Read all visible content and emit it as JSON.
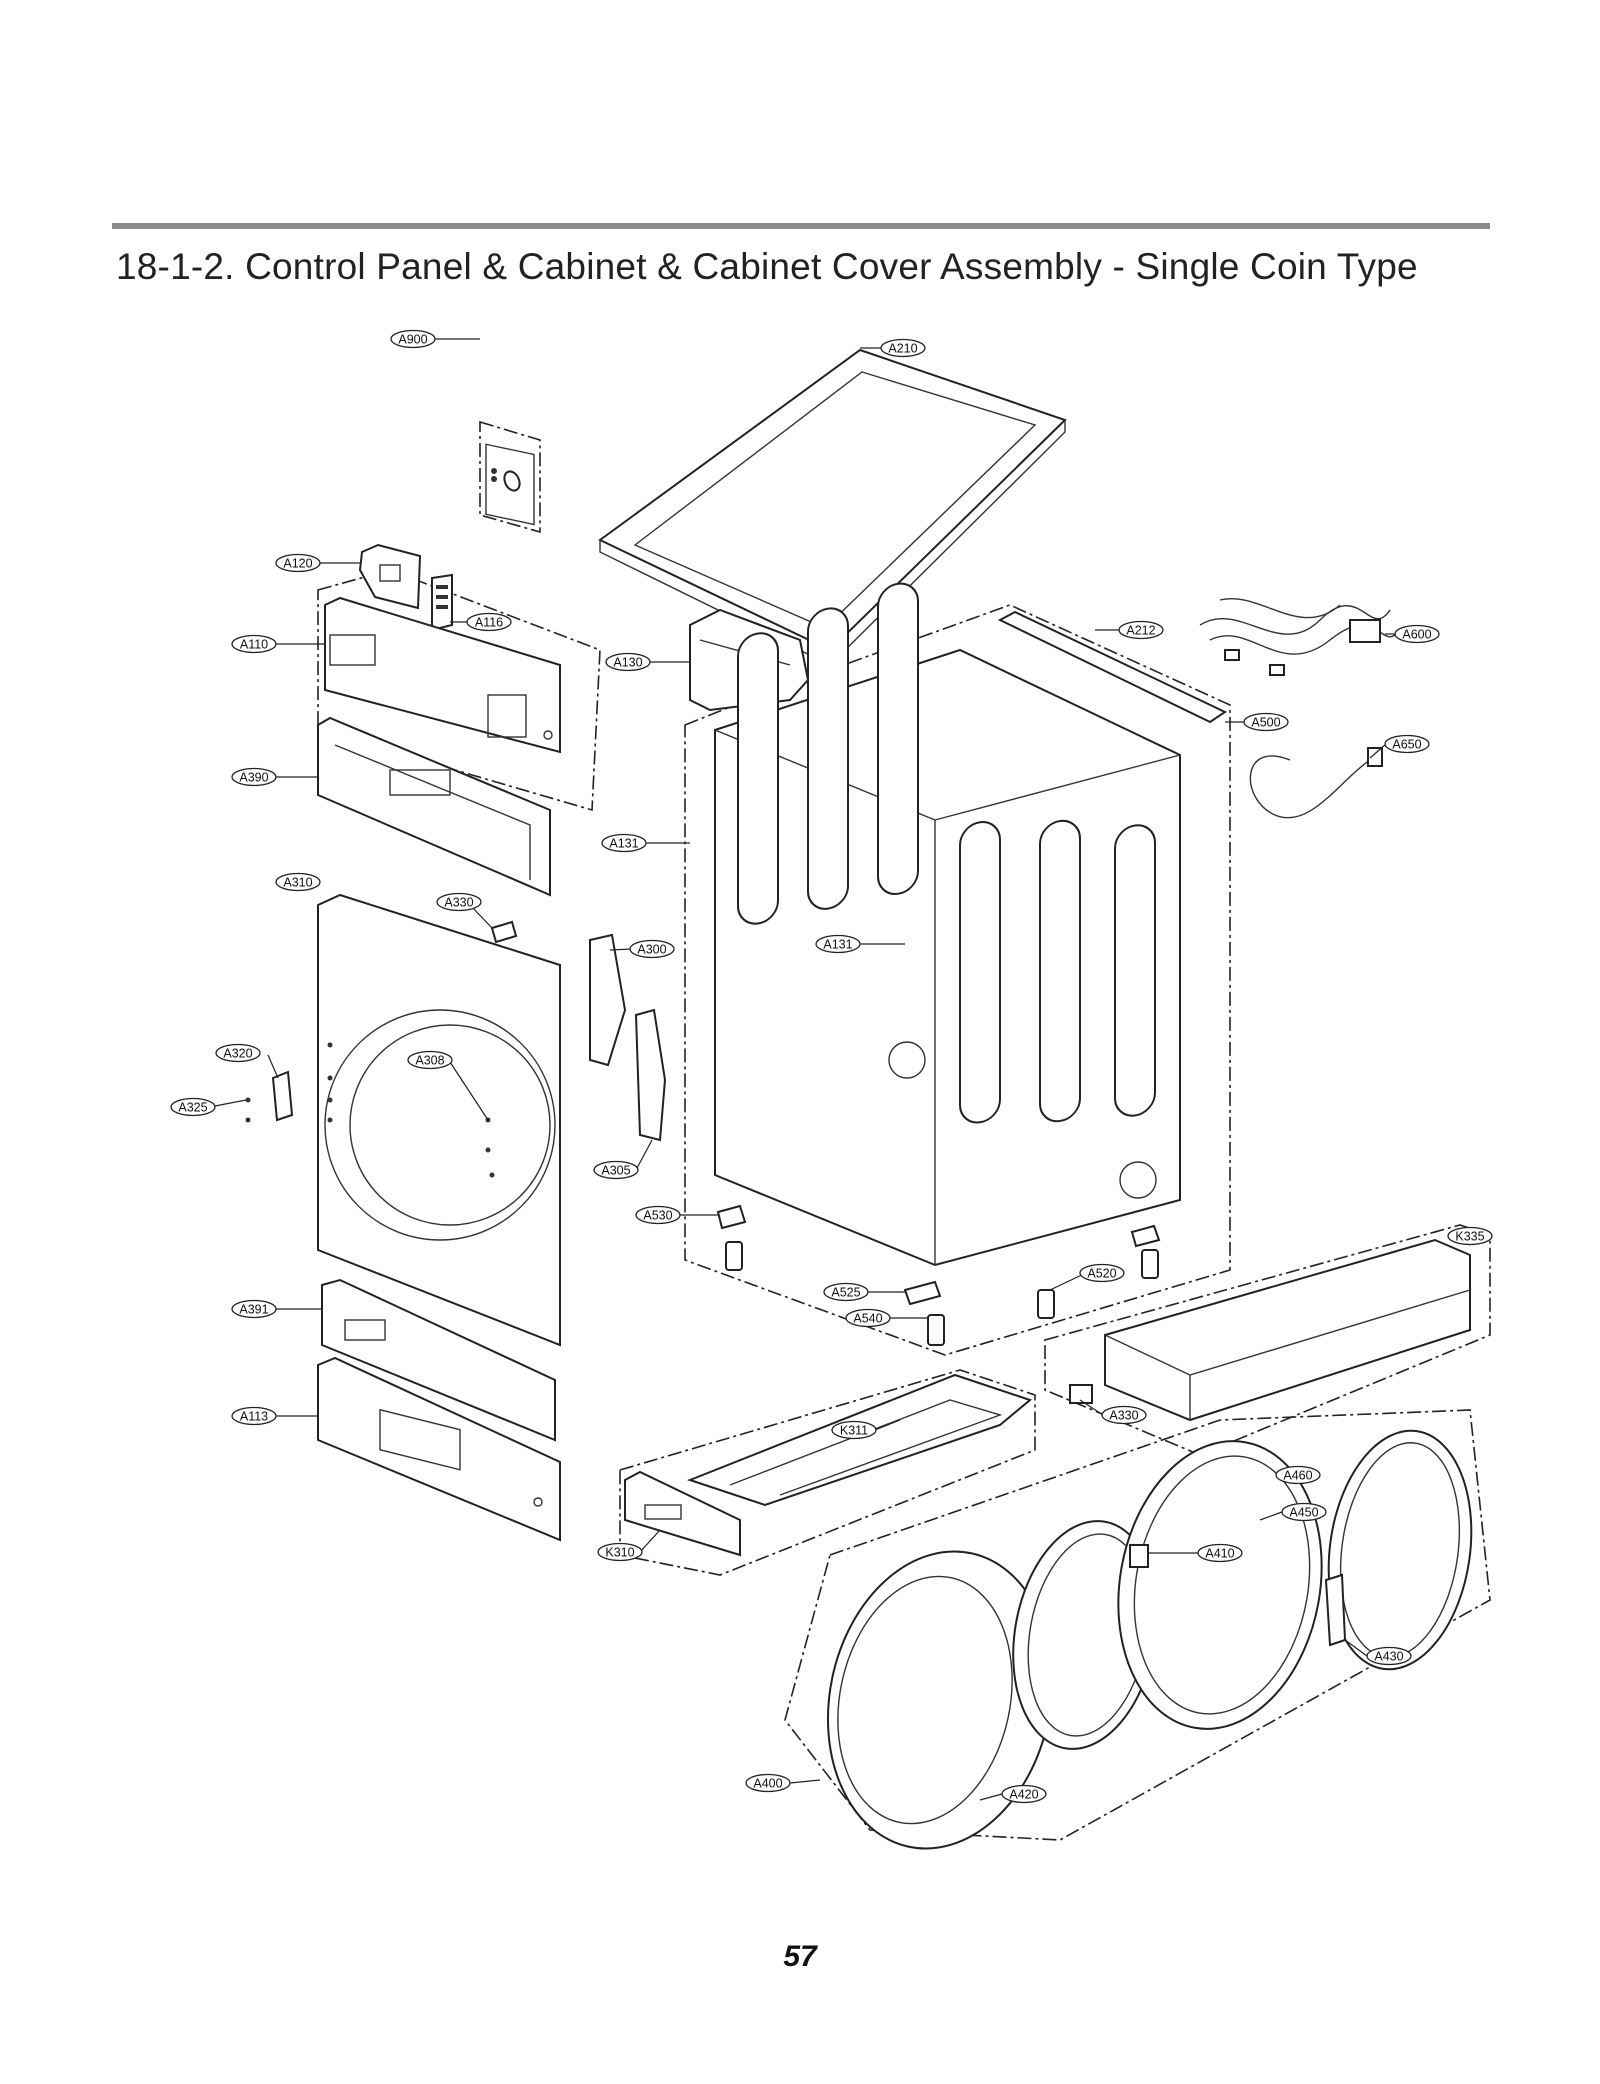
{
  "header": {
    "title": "18-1-2. Control Panel & Cabinet & Cabinet Cover Assembly - Single Coin Type"
  },
  "footer": {
    "page_number": "57"
  },
  "callouts": {
    "A900": "A900",
    "A210": "A210",
    "A120": "A120",
    "A116": "A116",
    "A110": "A110",
    "A130": "A130",
    "A212": "A212",
    "A600": "A600",
    "A500": "A500",
    "A650": "A650",
    "A390": "A390",
    "A131_left": "A131",
    "A131_center": "A131",
    "A310": "A310",
    "A330_top": "A330",
    "A300": "A300",
    "A320": "A320",
    "A308": "A308",
    "A325": "A325",
    "A305": "A305",
    "A530": "A530",
    "K335": "K335",
    "A520": "A520",
    "A525": "A525",
    "A540": "A540",
    "A391": "A391",
    "A330_bottom": "A330",
    "A113": "A113",
    "K311": "K311",
    "A460": "A460",
    "A450": "A450",
    "A410": "A410",
    "K310": "K310",
    "A430": "A430",
    "A400": "A400",
    "A420": "A420"
  }
}
